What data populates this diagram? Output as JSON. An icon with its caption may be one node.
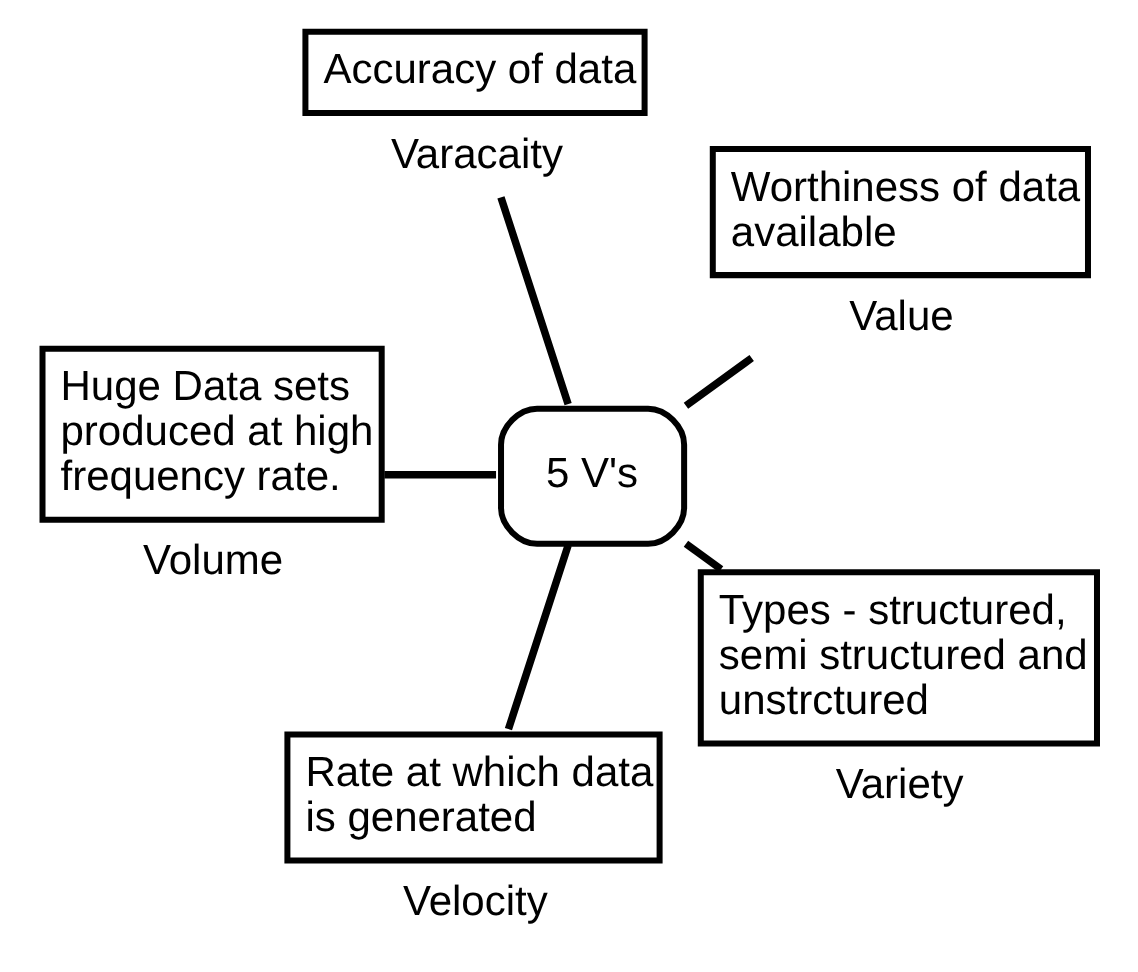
{
  "diagram": {
    "nodes": [
      {
        "text": [
          "5 V's"
        ]
      },
      {
        "text": [
          "Worthiness of data available"
        ],
        "beside": [
          "Value"
        ]
      },
      {
        "text": [
          "Accuracy of data"
        ],
        "beside": [
          "Varacaity"
        ]
      },
      {
        "text": [
          "Huge Data sets produced at high frequency rate."
        ],
        "beside": [
          "Volume"
        ]
      },
      {
        "text": [
          "Rate at which data is generated"
        ],
        "beside": [
          "Velocity"
        ]
      },
      {
        "text": [
          "Types - structured, semi structured and unstrctured"
        ],
        "beside": [
          "Variety"
        ]
      }
    ],
    "edges": [
      {
        "from": 0,
        "to": 1,
        "arrow": "none"
      },
      {
        "from": 0,
        "to": 2,
        "arrow": "none"
      },
      {
        "from": 0,
        "to": 3,
        "arrow": "none"
      },
      {
        "from": 0,
        "to": 4,
        "arrow": "none"
      },
      {
        "from": 0,
        "to": 5,
        "arrow": "none"
      }
    ]
  }
}
